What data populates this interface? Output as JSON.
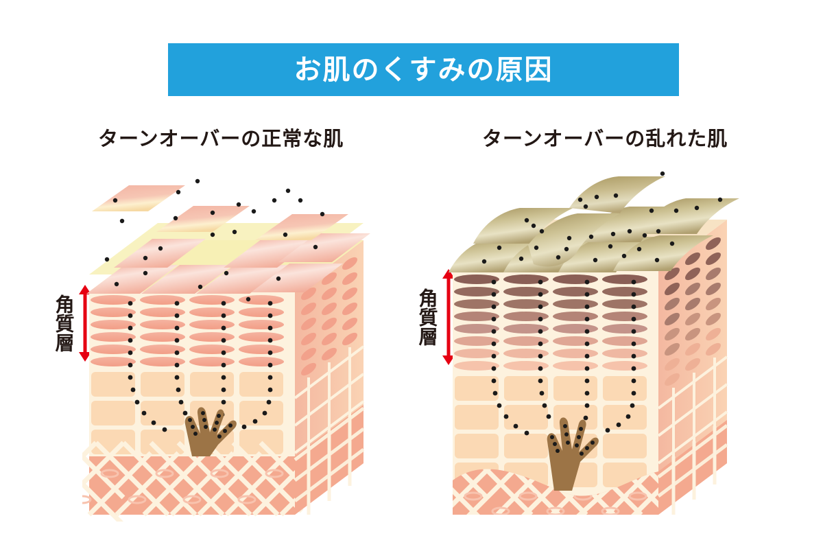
{
  "banner": {
    "title": "お肌のくすみの原因",
    "background_color": "#22a1dc",
    "text_color": "#ffffff"
  },
  "panels": [
    {
      "id": "normal",
      "heading": "ターンオーバーの正常な肌",
      "axis_label": "角質層",
      "axis_arrow_color": "#e60012",
      "corneum_rows": 6,
      "surface_cell_color": "#f0a898",
      "surface_highlight_color": "#fbe0a8",
      "gap_layer_color": "#f7f0b5",
      "corneum_top_color": "#f3ab96",
      "corneum_bottom_color": "#f6b49f",
      "epidermis_color": "#fbd9b4",
      "dermis_color": "#f4a98f",
      "melanocyte_color": "#9c7446",
      "melanin_dot_color": "#1a1a1a",
      "shedding_flakes": 4
    },
    {
      "id": "disrupted",
      "heading": "ターンオーバーの乱れた肌",
      "axis_label": "角質層",
      "axis_arrow_color": "#e60012",
      "corneum_rows": 8,
      "surface_cell_color": "#b5a678",
      "surface_highlight_color": "#d8cfa4",
      "gap_layer_color": "#f7e3c4",
      "corneum_top_color": "#8a5f56",
      "corneum_bottom_color": "#f6b49f",
      "epidermis_color": "#fbd9b4",
      "dermis_color": "#f4a98f",
      "melanocyte_color": "#9c7446",
      "melanin_dot_color": "#1a1a1a",
      "shedding_flakes": 1
    }
  ],
  "palette": {
    "background": "#ffffff",
    "text": "#231815",
    "accent_blue": "#22a1dc",
    "accent_red": "#e60012",
    "cream_grout": "#fdf2de"
  },
  "chart_data": {
    "type": "diagram",
    "title": "お肌のくすみの原因",
    "comparison": [
      {
        "label": "ターンオーバーの正常な肌",
        "stratum_corneum_layers": 6,
        "stratum_corneum_relative_thickness": 1.0,
        "surface_tone": "pink",
        "shedding": "normal"
      },
      {
        "label": "ターンオーバーの乱れた肌",
        "stratum_corneum_layers": 8,
        "stratum_corneum_relative_thickness": 1.3,
        "surface_tone": "dull-khaki",
        "shedding": "impaired"
      }
    ]
  }
}
